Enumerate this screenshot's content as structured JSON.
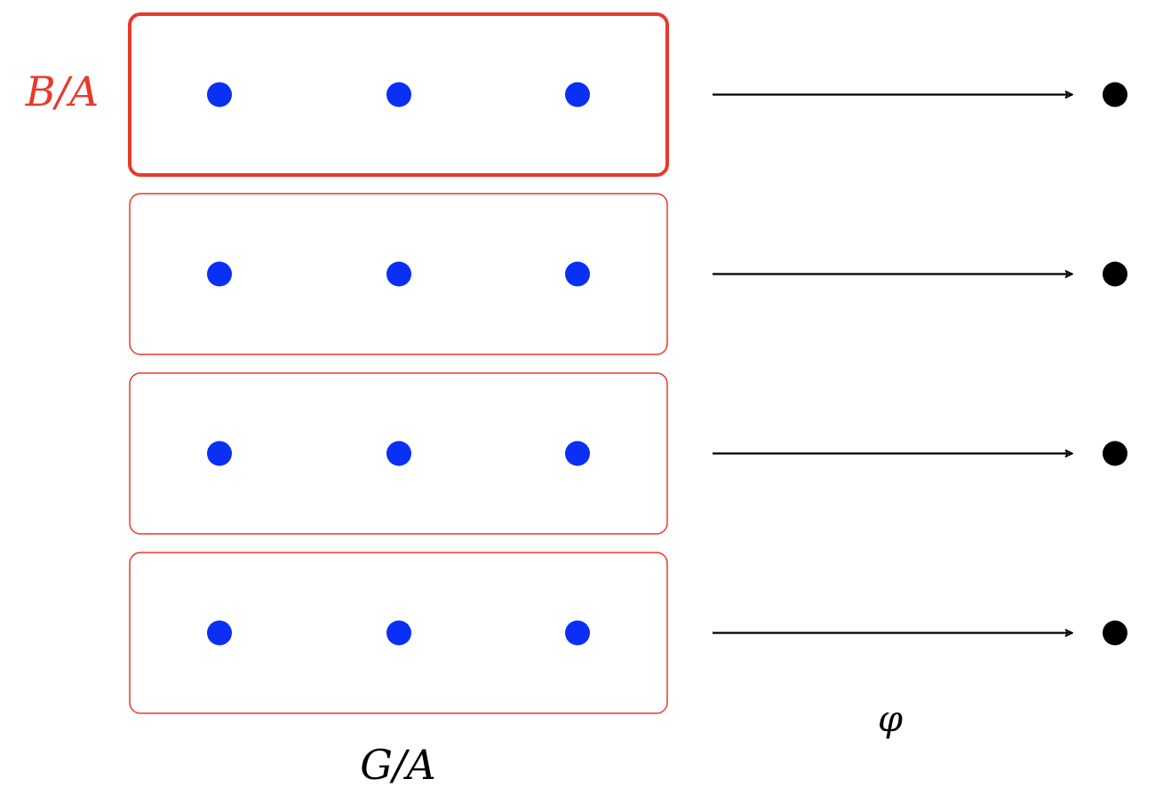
{
  "labels": {
    "subgroup_quotient": "B/A",
    "group_quotient": "G/A",
    "map": "φ"
  },
  "cosets": [
    {
      "highlighted": true,
      "elements": 3
    },
    {
      "highlighted": false,
      "elements": 3
    },
    {
      "highlighted": false,
      "elements": 3
    },
    {
      "highlighted": false,
      "elements": 3
    }
  ],
  "colors": {
    "coset_border": "#e8392c",
    "element": "#0a2ff5",
    "image_point": "#000000",
    "arrow": "#000000",
    "highlight_label": "#e8392c",
    "text": "#000000"
  }
}
